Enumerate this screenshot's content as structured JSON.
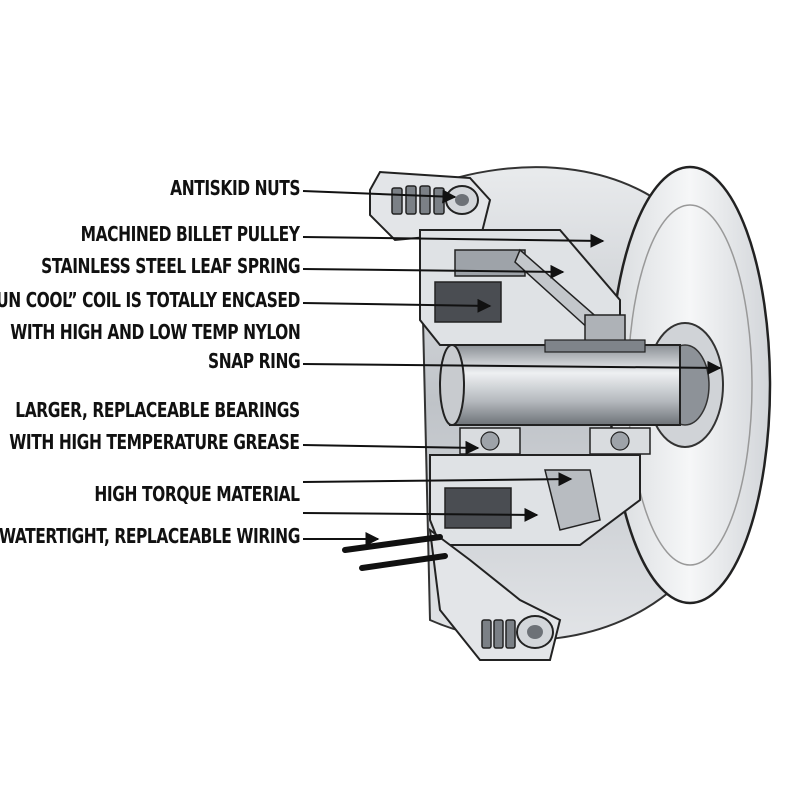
{
  "diagram": {
    "labels": [
      {
        "id": "antiskid",
        "text": "ANTISKID NUTS"
      },
      {
        "id": "pulley",
        "text": "MACHINED BILLET PULLEY"
      },
      {
        "id": "spring",
        "text": "STAINLESS STEEL LEAF SPRING"
      },
      {
        "id": "coil",
        "text": "“RUN COOL” COIL IS TOTALLY ENCASED"
      },
      {
        "id": "nylon1",
        "text": "WITH HIGH AND LOW TEMP NYLON"
      },
      {
        "id": "nylon2",
        "text": "SNAP RING"
      },
      {
        "id": "bearings1",
        "text": "LARGER, REPLACEABLE BEARINGS"
      },
      {
        "id": "bearings2",
        "text": "WITH HIGH TEMPERATURE GREASE"
      },
      {
        "id": "torque",
        "text": "HIGH TORQUE MATERIAL"
      },
      {
        "id": "wiring",
        "text": "WATERTIGHT, REPLACEABLE WIRING"
      }
    ],
    "colors": {
      "ink": "#111111",
      "metal_light": "#eef0f2",
      "metal_mid": "#c9ccd0",
      "metal_dark": "#7d8288",
      "coil_dark": "#4a4d52"
    }
  }
}
